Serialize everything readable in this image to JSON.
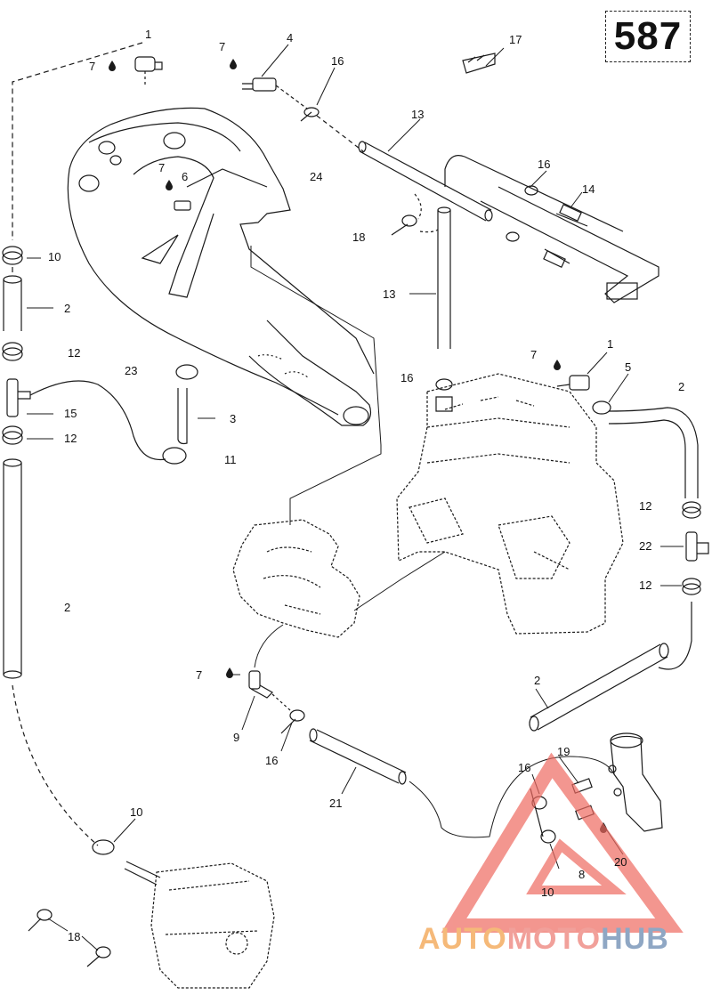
{
  "page_number": "587",
  "callouts": [
    "1",
    "7",
    "7",
    "4",
    "16",
    "17",
    "13",
    "7",
    "6",
    "24",
    "16",
    "14",
    "18",
    "10",
    "2",
    "13",
    "7",
    "1",
    "12",
    "16",
    "5",
    "2",
    "23",
    "3",
    "15",
    "12",
    "11",
    "12",
    "22",
    "12",
    "2",
    "7",
    "2",
    "9",
    "16",
    "19",
    "16",
    "10",
    "21",
    "20",
    "8",
    "10",
    "18"
  ],
  "watermark": {
    "part_a": "AUTO",
    "part_b": "MOTO",
    "part_c": "HUB",
    "logo": "triangle-logo"
  },
  "colors": {
    "line": "#1a1a1a",
    "watermark_orange": "#f5b979",
    "watermark_red": "#f1a09a",
    "watermark_blue": "#8fa7c4"
  }
}
